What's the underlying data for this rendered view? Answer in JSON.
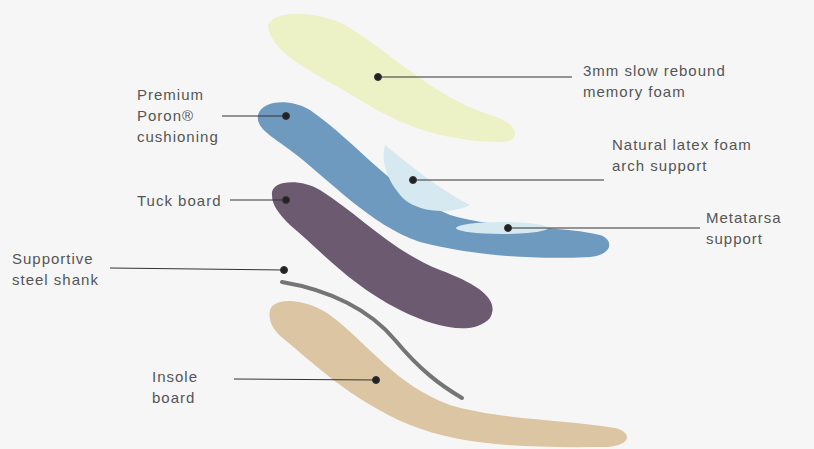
{
  "diagram": {
    "labels": [
      "3mm slow rebound memory foam",
      "Premium Poron® cushioning",
      "Natural latex foam arch support",
      "Tuck board",
      "Metatarsa support",
      "Supportive steel shank",
      "Insole board"
    ]
  }
}
